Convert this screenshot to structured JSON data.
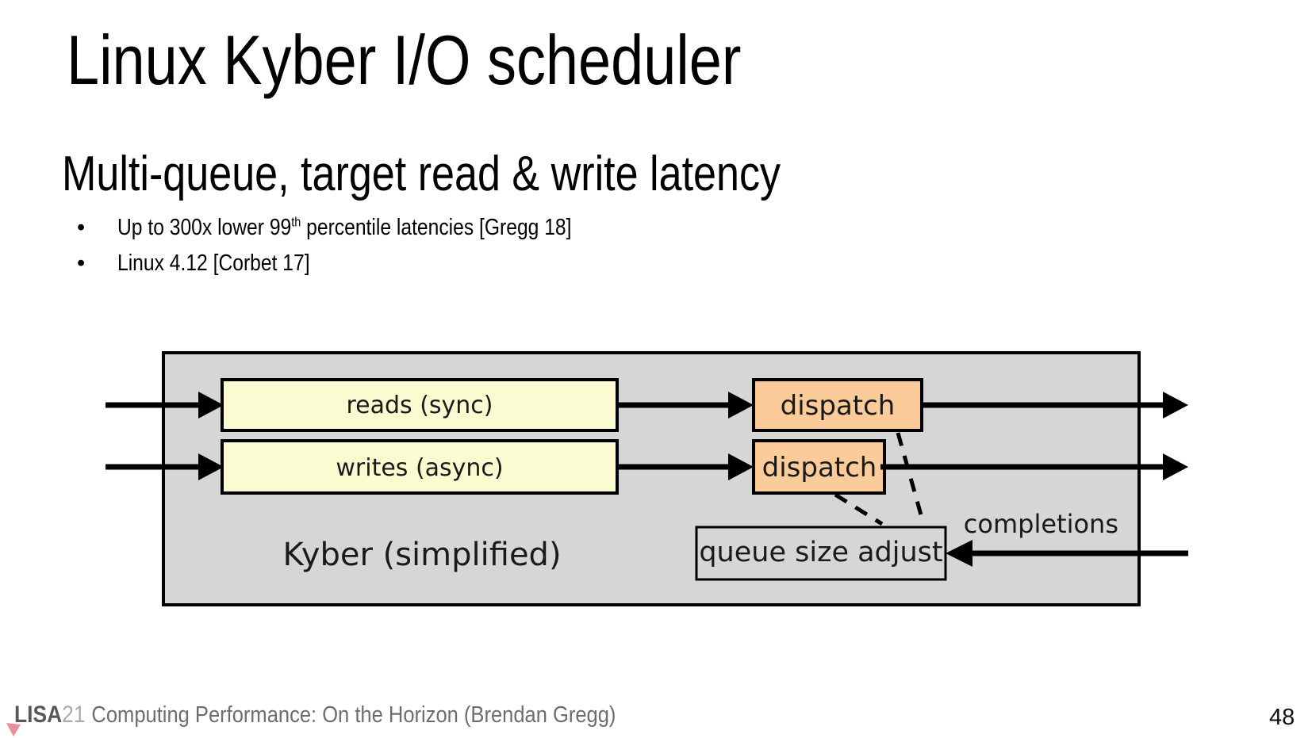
{
  "slide": {
    "title": "Linux Kyber I/O scheduler",
    "subtitle": "Multi-queue, target read & write latency",
    "bullets": [
      {
        "marker": "•",
        "pre": "Up to 300x lower 99",
        "sup": "th",
        "post": " percentile latencies [Gregg 18]"
      },
      {
        "marker": "•",
        "pre": "Linux 4.12 [Corbet 17]",
        "sup": "",
        "post": ""
      }
    ]
  },
  "diagram": {
    "container_label": "Kyber (simplified)",
    "boxes": {
      "reads": "reads (sync)",
      "writes": "writes (async)",
      "dispatch_reads": "dispatch",
      "dispatch_writes": "dispatch",
      "queue_size_adjust": "queue size adjust"
    },
    "completions_label": "completions"
  },
  "footer": {
    "brand": "LISA",
    "brand_year": "21",
    "text": "Computing Performance: On the Horizon (Brendan Gregg)",
    "page_number": "48"
  },
  "colors": {
    "container_fill": "#d6d6d6",
    "queue_box_fill": "#fbfbd2",
    "dispatch_box_fill": "#fbcc99",
    "adjust_box_fill": "#d6d6d6",
    "line_stroke": "#000000",
    "brand_gray": "#57585a",
    "brand_year_gray": "#a9abad",
    "footer_gray": "#6b6d70",
    "flag_pink": "#e8909c"
  }
}
